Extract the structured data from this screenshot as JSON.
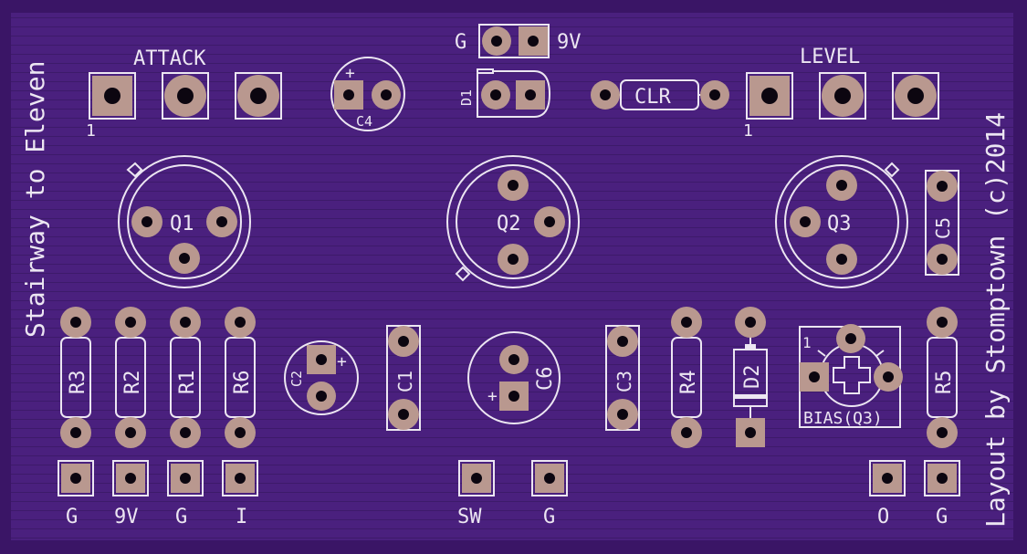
{
  "board": {
    "side_left": "Stairway to Eleven",
    "side_right": "Layout by Stomptown (c)2014",
    "colors": {
      "background": "#3a1566",
      "board": "#4a207e",
      "silkscreen": "#ece6f2",
      "pad": "#b9988f",
      "drill": "#0c0610"
    }
  },
  "top": {
    "g": "G",
    "v9": "9V",
    "attack": "ATTACK",
    "attack_pin1": "1",
    "level": "LEVEL",
    "level_pin1": "1",
    "c4": "C4",
    "c4_plus": "+",
    "d1": "D1",
    "clr": "CLR"
  },
  "transistors": {
    "q1": "Q1",
    "q2": "Q2",
    "q3": "Q3"
  },
  "parts": {
    "c5": "C5",
    "r3": "R3",
    "r2": "R2",
    "r1": "R1",
    "r6": "R6",
    "c2": "C2",
    "c2_plus": "+",
    "c1": "C1",
    "c6": "C6",
    "c6_plus": "+",
    "c3": "C3",
    "r4": "R4",
    "d2": "D2",
    "bias": "BIAS(Q3)",
    "bias_pin1": "1",
    "r5": "R5"
  },
  "bottom_labels": [
    "G",
    "9V",
    "G",
    "I",
    "SW",
    "G",
    "O",
    "G"
  ]
}
